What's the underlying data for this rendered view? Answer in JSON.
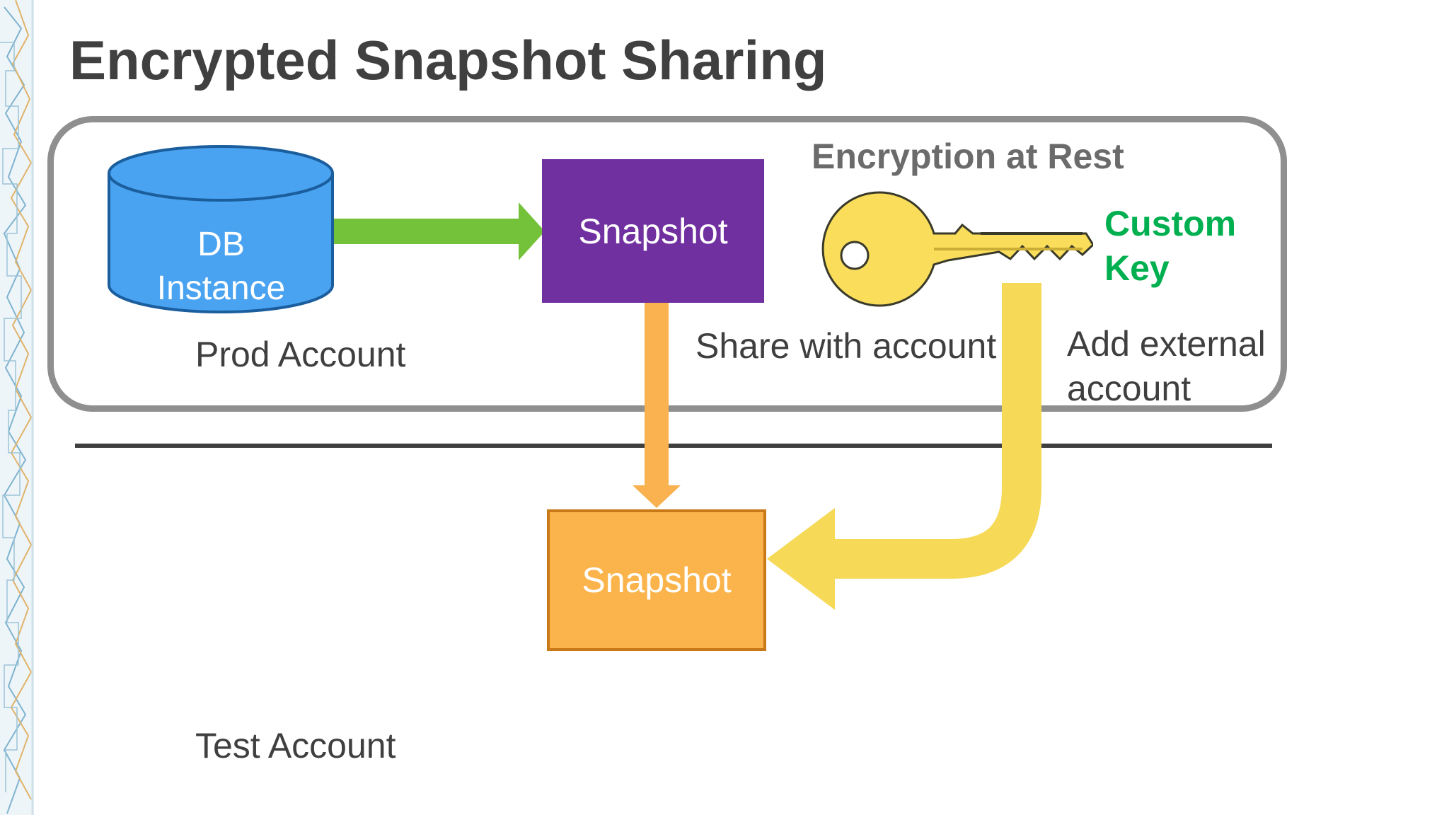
{
  "title": "Encrypted Snapshot Sharing",
  "colors": {
    "db": "#4aa3f0",
    "snapshot_source": "#7030a0",
    "snapshot_copy": "#fbb44b",
    "copy_arrow": "#f9b24f",
    "create_arrow": "#74c13a",
    "key": "#f9dd5b",
    "key_path": "#f5d957",
    "custom_key_text": "#00b050"
  },
  "prod": {
    "db_line1": "DB",
    "db_line2": "Instance",
    "account_label": "Prod Account"
  },
  "snapshot_source_label": "Snapshot",
  "share_label": "Share with account",
  "encryption": {
    "heading": "Encryption at Rest",
    "key_line1": "Custom",
    "key_line2": "Key",
    "external_line1": "Add external",
    "external_line2": "account"
  },
  "test": {
    "snapshot_label": "Snapshot",
    "account_label": "Test Account"
  }
}
